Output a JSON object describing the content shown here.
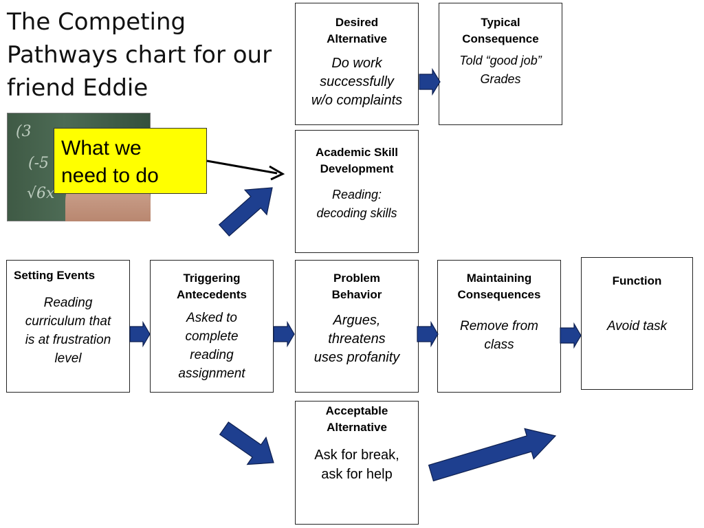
{
  "title": "The Competing Pathways chart for our friend Eddie",
  "callout": {
    "text_line1": "What we",
    "text_line2": "need to do"
  },
  "boxes": {
    "desired": {
      "header1": "Desired",
      "header2": "Alternative",
      "body1": "Do work",
      "body2": "successfully",
      "body3": "w/o complaints"
    },
    "typical": {
      "header1": "Typical",
      "header2": "Consequence",
      "body1": "Told “good job”",
      "body2": "Grades"
    },
    "academic": {
      "header1": "Academic Skill",
      "header2": "Development",
      "body1": "Reading:",
      "body2": "decoding skills"
    },
    "setting": {
      "header": "Setting Events",
      "body1": "Reading",
      "body2": "curriculum that",
      "body3": "is at frustration",
      "body4": "level"
    },
    "triggering": {
      "header1": "Triggering",
      "header2": "Antecedents",
      "body1": "Asked to",
      "body2": "complete",
      "body3": "reading",
      "body4": "assignment"
    },
    "problem": {
      "header1": "Problem",
      "header2": "Behavior",
      "body1": "Argues,",
      "body2": "threatens",
      "body3": "uses profanity"
    },
    "maintaining": {
      "header1": "Maintaining",
      "header2": "Consequences",
      "body1": "Remove from",
      "body2": "class"
    },
    "function": {
      "header": "Function",
      "body": "Avoid task"
    },
    "acceptable": {
      "header1": "Acceptable",
      "header2": "Alternative",
      "body1": "Ask for break,",
      "body2": "ask for help"
    }
  },
  "colors": {
    "arrow_fill": "#1e3f8f",
    "arrow_stroke": "#0d1f4f",
    "callout_bg": "#ffff00"
  }
}
